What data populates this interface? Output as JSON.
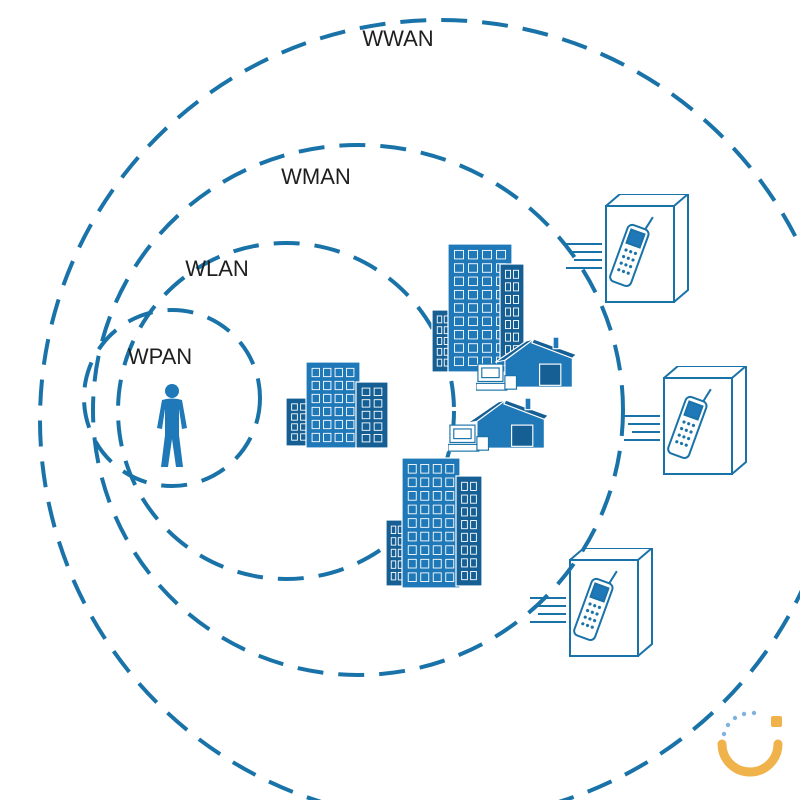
{
  "rings": {
    "wpan": {
      "label": "WPAN"
    },
    "wlan": {
      "label": "WLAN"
    },
    "wman": {
      "label": "WMAN"
    },
    "wwan": {
      "label": "WWAN"
    }
  },
  "icons": {
    "person": "person-icon",
    "office_building": "office-building-icon",
    "house_computer": "house-with-computer-icon",
    "mobile_phone_vehicle": "mobile-phone-in-motion-icon",
    "watermark_logo": "loading-spinner-logo"
  },
  "colors": {
    "ring": "#1a73a8",
    "building_fill": "#1f78b8",
    "building_dark": "#155f94",
    "window": "#ffffff",
    "outline": "#1a73a8",
    "logo_orange": "#f0b24a",
    "logo_blue": "#7fb3de"
  }
}
